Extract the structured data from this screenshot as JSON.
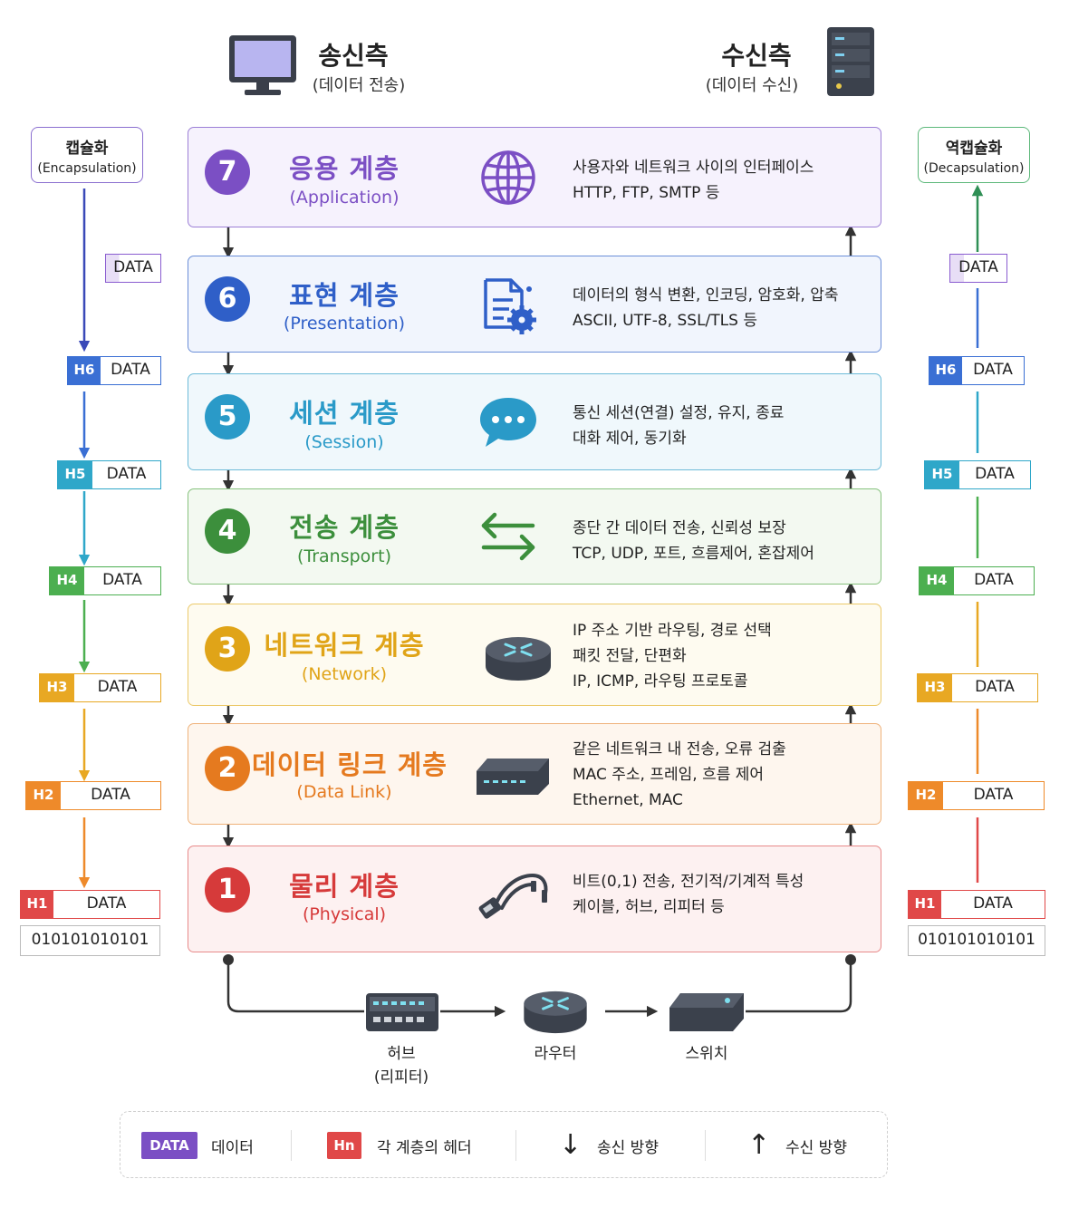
{
  "sender": {
    "title": "송신측",
    "subtitle": "(데이터 전송)"
  },
  "receiver": {
    "title": "수신측",
    "subtitle": "(데이터 수신)"
  },
  "encapsulation": {
    "title": "캡슐화",
    "subtitle": "(Encapsulation)",
    "color": "#8b6fd0"
  },
  "decapsulation": {
    "title": "역캡슐화",
    "subtitle": "(Decapsulation)",
    "color": "#5cb87a"
  },
  "layers": [
    {
      "num": "7",
      "name": "응용 계층",
      "eng": "(Application)",
      "color": "#7b4fc4",
      "bg": "#f6f2fd",
      "border": "#9c7fd6",
      "icon": "globe-icon",
      "desc": [
        "사용자와 네트워크 사이의 인터페이스",
        "HTTP, FTP, SMTP 등"
      ]
    },
    {
      "num": "6",
      "name": "표현 계층",
      "eng": "(Presentation)",
      "color": "#2f5fc8",
      "bg": "#f1f5fd",
      "border": "#6b8fd8",
      "icon": "document-gear-icon",
      "desc": [
        "데이터의 형식 변환, 인코딩, 암호화, 압축",
        "ASCII, UTF-8, SSL/TLS 등"
      ]
    },
    {
      "num": "5",
      "name": "세션 계층",
      "eng": "(Session)",
      "color": "#2a9ac8",
      "bg": "#f0f8fc",
      "border": "#6dbbd8",
      "icon": "chat-bubble-icon",
      "desc": [
        "통신 세션(연결) 설정, 유지, 종료",
        "대화 제어, 동기화"
      ]
    },
    {
      "num": "4",
      "name": "전송 계층",
      "eng": "(Transport)",
      "color": "#3c8f3c",
      "bg": "#f3f9f1",
      "border": "#87c27e",
      "icon": "swap-arrows-icon",
      "desc": [
        "종단 간 데이터 전송, 신뢰성 보장",
        "TCP, UDP, 포트, 흐름제어, 혼잡제어"
      ]
    },
    {
      "num": "3",
      "name": "네트워크 계층",
      "eng": "(Network)",
      "color": "#e0a418",
      "bg": "#fefbf0",
      "border": "#ecc96a",
      "icon": "router-icon",
      "desc": [
        "IP 주소 기반 라우팅, 경로 선택",
        "패킷 전달, 단편화",
        "IP, ICMP, 라우팅 프로토콜"
      ]
    },
    {
      "num": "2",
      "name": "데이터 링크 계층",
      "eng": "(Data Link)",
      "color": "#e57a1f",
      "bg": "#fef6ee",
      "border": "#efb27a",
      "icon": "switch-icon",
      "desc": [
        "같은 네트워크 내 전송, 오류 검출",
        "MAC 주소, 프레임, 흐름 제어",
        "Ethernet, MAC"
      ]
    },
    {
      "num": "1",
      "name": "물리 계층",
      "eng": "(Physical)",
      "color": "#d63a3a",
      "bg": "#fdf1f1",
      "border": "#e88a8a",
      "icon": "cable-icon",
      "desc": [
        "비트(0,1) 전송, 전기적/기계적 특성",
        "케이블, 허브, 리피터 등"
      ]
    }
  ],
  "packets": {
    "data_label": "DATA",
    "left": [
      {
        "header": "",
        "color": "#8a5cd0"
      },
      {
        "header": "H6",
        "color": "#3a6fd4"
      },
      {
        "header": "H5",
        "color": "#2fa7c9"
      },
      {
        "header": "H4",
        "color": "#4caf50"
      },
      {
        "header": "H3",
        "color": "#e8a823"
      },
      {
        "header": "H2",
        "color": "#ee8a2a"
      },
      {
        "header": "H1",
        "color": "#e04848"
      }
    ],
    "right": [
      {
        "header": "",
        "color": "#8a5cd0"
      },
      {
        "header": "H6",
        "color": "#3a6fd4"
      },
      {
        "header": "H5",
        "color": "#2fa7c9"
      },
      {
        "header": "H4",
        "color": "#4caf50"
      },
      {
        "header": "H3",
        "color": "#e8a823"
      },
      {
        "header": "H2",
        "color": "#ee8a2a"
      },
      {
        "header": "H1",
        "color": "#e04848"
      }
    ],
    "bits": "010101010101"
  },
  "devices": [
    {
      "label": "허브",
      "sub": "(리피터)",
      "icon": "hub-icon"
    },
    {
      "label": "라우터",
      "sub": "",
      "icon": "router-icon"
    },
    {
      "label": "스위치",
      "sub": "",
      "icon": "switch-icon"
    }
  ],
  "legend": {
    "data_chip": "DATA",
    "data_text": "데이터",
    "header_chip": "Hn",
    "header_text": "각 계층의 헤더",
    "send_text": "송신 방향",
    "recv_text": "수신 방향",
    "data_color": "#7b4fc4",
    "header_color": "#e04848",
    "down_arrow": "↓",
    "up_arrow": "↑"
  }
}
